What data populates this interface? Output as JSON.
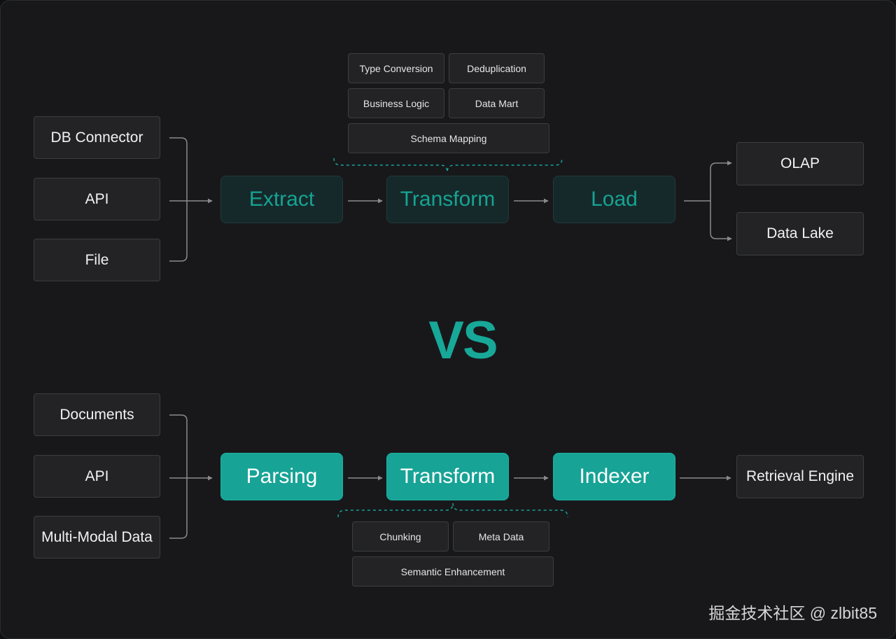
{
  "etl": {
    "sources": [
      "DB Connector",
      "API",
      "File"
    ],
    "stages": [
      "Extract",
      "Transform",
      "Load"
    ],
    "transform_steps": [
      "Type Conversion",
      "Deduplication",
      "Business Logic",
      "Data Mart",
      "Schema Mapping"
    ],
    "outputs": [
      "OLAP",
      "Data Lake"
    ]
  },
  "separator": "VS",
  "rag": {
    "sources": [
      "Documents",
      "API",
      "Multi-Modal Data"
    ],
    "stages": [
      "Parsing",
      "Transform",
      "Indexer"
    ],
    "transform_steps": [
      "Chunking",
      "Meta Data",
      "Semantic Enhancement"
    ],
    "output": "Retrieval Engine"
  },
  "watermark": "掘金技术社区 @ zlbit85",
  "colors": {
    "background": "#18181b",
    "accent": "#17a396",
    "accent_dark_fill": "#16292a",
    "box_fill": "#232326",
    "box_border": "#3b3d40",
    "connector": "#8a8a8a"
  }
}
